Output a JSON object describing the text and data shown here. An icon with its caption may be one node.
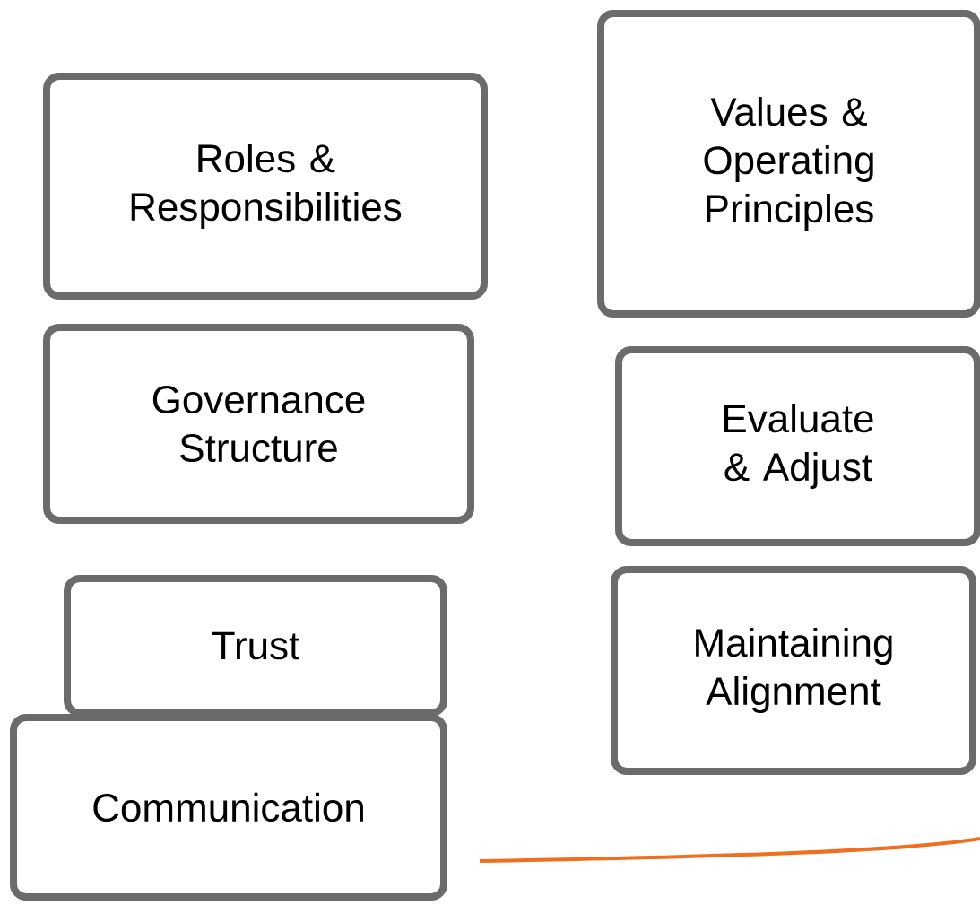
{
  "diagram": {
    "nodes": [
      {
        "text": [
          "Roles & Responsibilities"
        ]
      },
      {
        "text": [
          "Values & Operating Principles"
        ]
      },
      {
        "text": [
          "Governance Structure"
        ]
      },
      {
        "text": [
          "Evaluate & Adjust"
        ]
      },
      {
        "text": [
          "Trust"
        ]
      },
      {
        "text": [
          "Maintaining Alignment"
        ]
      },
      {
        "text": [
          "Communication"
        ]
      }
    ]
  }
}
